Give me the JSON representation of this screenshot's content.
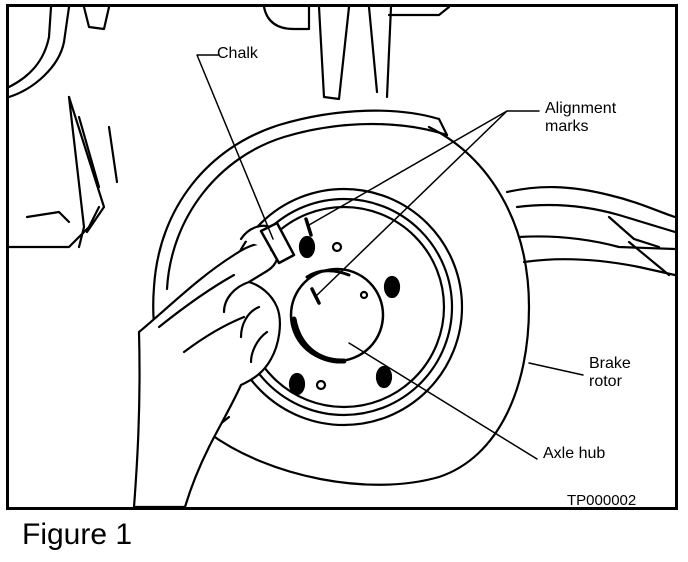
{
  "figure": {
    "caption": "Figure 1",
    "code": "TP000002"
  },
  "labels": {
    "chalk": "Chalk",
    "alignment_marks_line1": "Alignment",
    "alignment_marks_line2": "marks",
    "brake_rotor_line1": "Brake",
    "brake_rotor_line2": "rotor",
    "axle_hub": "Axle hub"
  },
  "colors": {
    "ink": "#000000",
    "paper": "#ffffff"
  }
}
